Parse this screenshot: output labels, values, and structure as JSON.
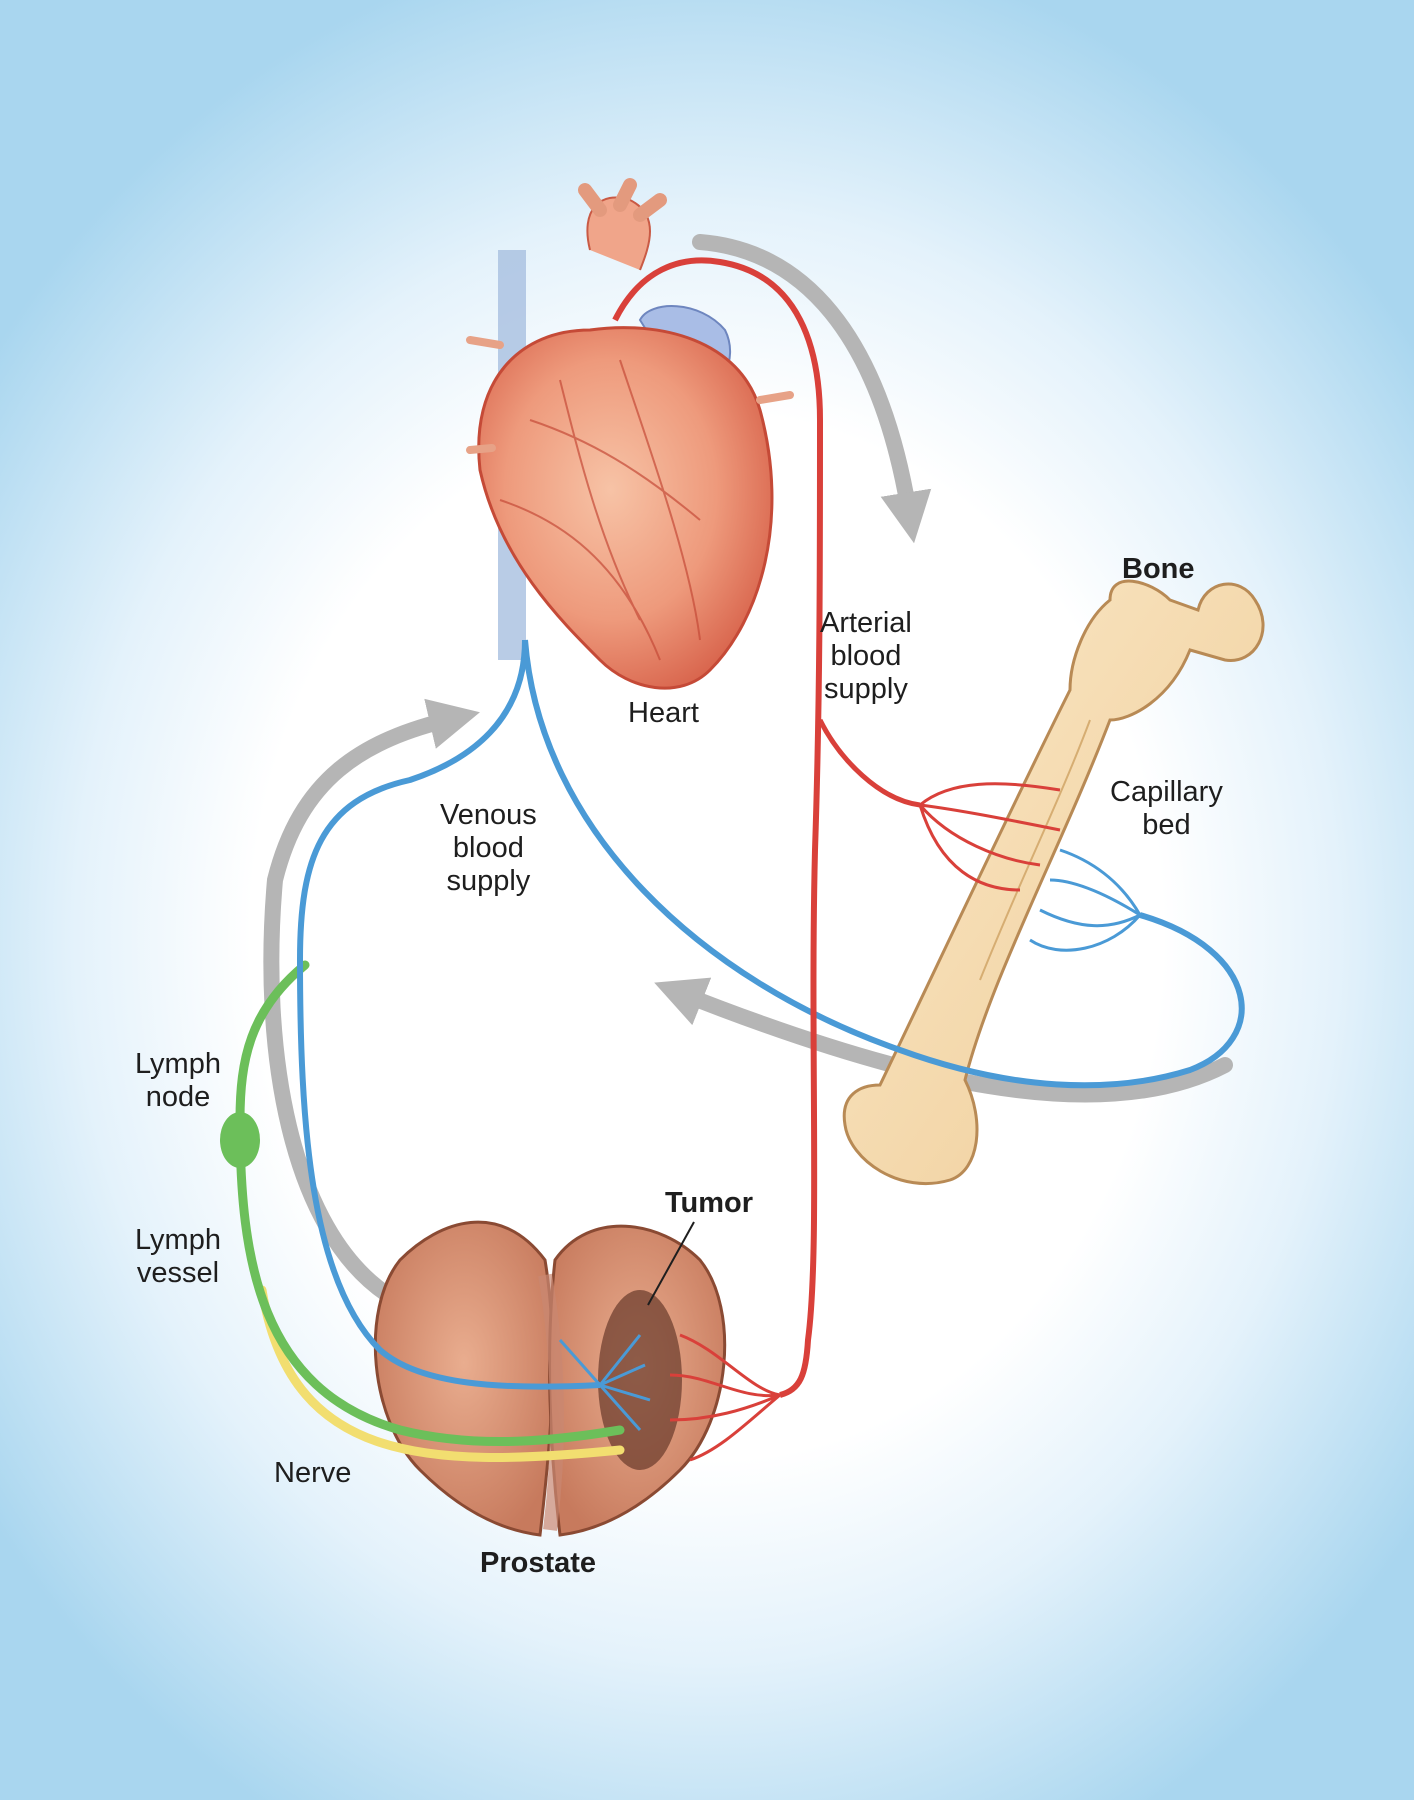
{
  "labels": {
    "heart": "Heart",
    "arterial": "Arterial\nblood\nsupply",
    "bone": "Bone",
    "capillary": "Capillary\nbed",
    "venous": "Venous\nblood\nsupply",
    "lymph_node": "Lymph\nnode",
    "lymph_vessel": "Lymph\nvessel",
    "tumor": "Tumor",
    "nerve": "Nerve",
    "prostate": "Prostate"
  },
  "colors": {
    "artery": "#d9403a",
    "vein": "#4a9ad6",
    "lymph": "#6cbf5a",
    "nerve": "#f2de70",
    "flow_arrow": "#b5b5b5",
    "heart": "#ee9a7c",
    "bone": "#f6dcb0",
    "prostate": "#d99577",
    "tumor": "#6b3b2c"
  },
  "icons": {
    "heart": "heart-icon",
    "bone": "femur-bone-icon",
    "prostate": "prostate-icon",
    "tumor": "tumor-mass-icon",
    "lymph_node": "lymph-node-icon"
  }
}
